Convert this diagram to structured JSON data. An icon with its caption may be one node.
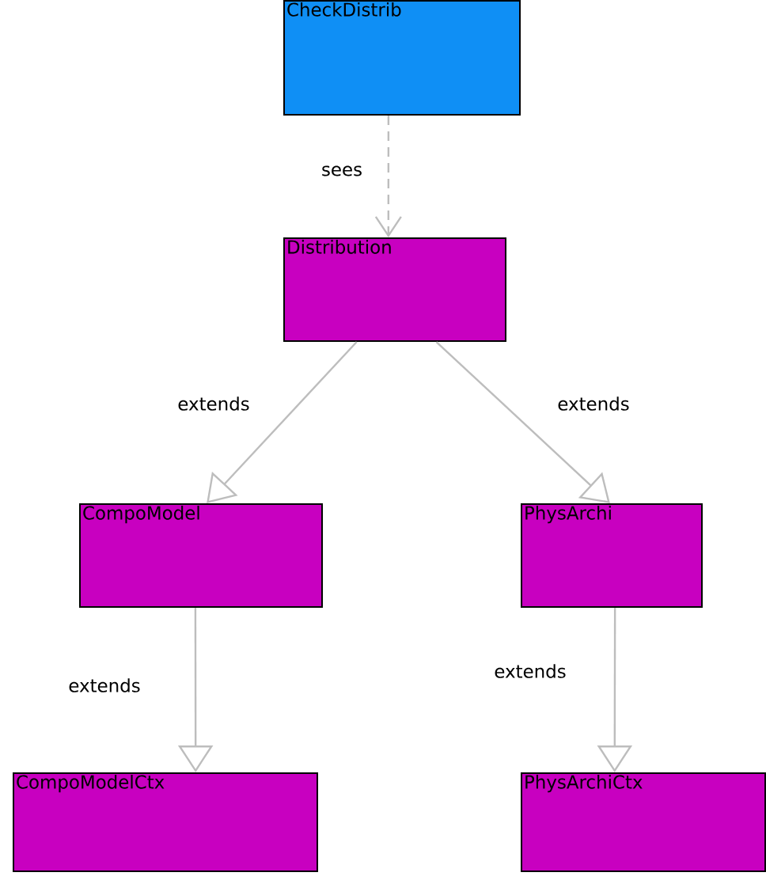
{
  "diagram": {
    "nodes": [
      {
        "text": [
          "CheckDistrib"
        ]
      },
      {
        "text": [
          "Distribution"
        ]
      },
      {
        "text": [
          "CompoModel"
        ]
      },
      {
        "text": [
          "PhysArchi"
        ]
      },
      {
        "text": [
          "CompoModelCtx"
        ]
      },
      {
        "text": [
          "PhysArchiCtx"
        ]
      }
    ],
    "edges": [
      {
        "from": 0,
        "to": 1,
        "arrow": "to",
        "label": "sees",
        "style": "dashed"
      },
      {
        "from": 1,
        "to": 2,
        "arrow": "to",
        "label": "extends"
      },
      {
        "from": 1,
        "to": 3,
        "arrow": "to",
        "label": "extends"
      },
      {
        "from": 2,
        "to": 4,
        "arrow": "to",
        "label": "extends"
      },
      {
        "from": 3,
        "to": 5,
        "arrow": "to",
        "label": "extends"
      }
    ]
  }
}
